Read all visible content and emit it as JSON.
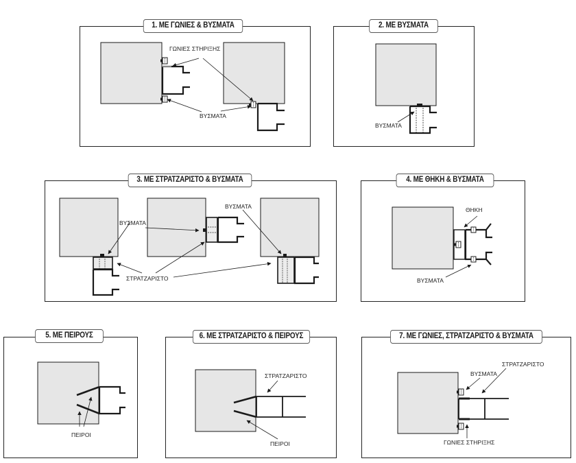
{
  "panels": [
    {
      "title": "1. ΜΕ ΓΩΝΙΕΣ & ΒΥΣΜΑΤΑ",
      "labels": [
        "ΓΩΝΙΕΣ ΣΤΗΡΙΞΗΣ",
        "ΒΥΣΜΑΤΑ"
      ]
    },
    {
      "title": "2. ΜΕ ΒΥΣΜΑΤΑ",
      "labels": [
        "ΒΥΣΜΑΤΑ"
      ]
    },
    {
      "title": "3. ΜΕ ΣΤΡΑΤΖΑΡΙΣΤΟ & ΒΥΣΜΑΤΑ",
      "labels": [
        "ΒΥΣΜΑΤΑ",
        "ΒΥΣΜΑΤΑ",
        "ΣΤΡΑΤΖΑΡΙΣΤΟ"
      ]
    },
    {
      "title": "4. ΜΕ ΘΗΚΗ & ΒΥΣΜΑΤΑ",
      "labels": [
        "ΘΗΚΗ",
        "ΒΥΣΜΑΤΑ"
      ]
    },
    {
      "title": "5. ΜΕ ΠΕΙΡΟΥΣ",
      "labels": [
        "ΠΕΙΡΟΙ"
      ]
    },
    {
      "title": "6. ΜΕ ΣΤΡΑΤΖΑΡΙΣΤΟ & ΠΕΙΡΟΥΣ",
      "labels": [
        "ΣΤΡΑΤΖΑΡΙΣΤΟ",
        "ΠΕΙΡΟΙ"
      ]
    },
    {
      "title": "7. ΜΕ ΓΩΝΙΕΣ, ΣΤΡΑΤΖΑΡΙΣΤΟ & ΒΥΣΜΑΤΑ",
      "labels": [
        "ΒΥΣΜΑΤΑ",
        "ΣΤΡΑΤΖΑΡΙΣΤΟ",
        "ΓΩΝΙΕΣ ΣΤΗΡΙΞΗΣ"
      ]
    }
  ],
  "colors": {
    "block_fill": "#e6e6e6",
    "line": "#1a1a1a",
    "strat_fill": "#ececec"
  }
}
